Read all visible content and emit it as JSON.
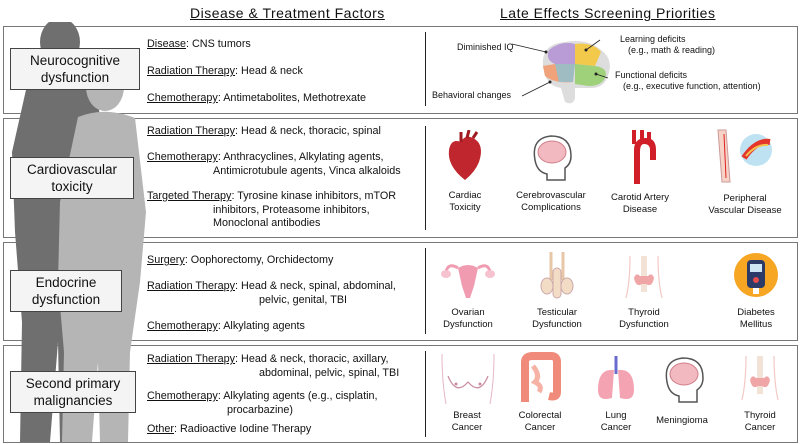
{
  "headers": {
    "left": "Disease & Treatment Factors",
    "right": "Late Effects Screening Priorities"
  },
  "rows": [
    {
      "label_line1": "Neurocognitive",
      "label_line2": "dysfunction",
      "factors": [
        {
          "key": "Disease",
          "text": ": CNS tumors"
        },
        {
          "key": "Radiation Therapy",
          "text": ": Head & neck"
        },
        {
          "key": "Chemotherapy",
          "text": ": Antimetabolites, Methotrexate"
        }
      ],
      "brain_labels": {
        "iq": "Diminished IQ",
        "learning": "Learning deficits",
        "learning_sub": "(e.g., math & reading)",
        "functional": "Functional deficits",
        "functional_sub": "(e.g., executive function, attention)",
        "behavioral": "Behavioral changes"
      }
    },
    {
      "label_line1": "Cardiovascular",
      "label_line2": "toxicity",
      "factors": [
        {
          "key": "Radiation Therapy",
          "text": ": Head & neck, thoracic, spinal"
        },
        {
          "key": "Chemotherapy",
          "text": ": Anthracyclines, Alkylating agents,",
          "cont": "Antimicrotubule agents, Vinca alkaloids"
        },
        {
          "key": "Targeted Therapy",
          "text": ": Tyrosine kinase inhibitors, mTOR",
          "cont": "inhibitors, Proteasome inhibitors,",
          "cont2": "Monoclonal antibodies"
        }
      ],
      "items": [
        {
          "l1": "Cardiac",
          "l2": "Toxicity",
          "icon": "heart-icon"
        },
        {
          "l1": "Cerebrovascular",
          "l2": "Complications",
          "icon": "head-brain-icon"
        },
        {
          "l1": "Carotid Artery",
          "l2": "Disease",
          "icon": "aorta-icon"
        },
        {
          "l1": "Peripheral",
          "l2": "Vascular Disease",
          "icon": "leg-vessel-icon"
        }
      ]
    },
    {
      "label_line1": "Endocrine",
      "label_line2": "dysfunction",
      "factors": [
        {
          "key": "Surgery",
          "text": ": Oophorectomy, Orchidectomy"
        },
        {
          "key": "Radiation Therapy",
          "text": ": Head & neck, spinal, abdominal,",
          "cont": "pelvic, genital, TBI"
        },
        {
          "key": "Chemotherapy",
          "text": ": Alkylating agents"
        }
      ],
      "items": [
        {
          "l1": "Ovarian",
          "l2": "Dysfunction",
          "icon": "uterus-icon"
        },
        {
          "l1": "Testicular",
          "l2": "Dysfunction",
          "icon": "testes-icon"
        },
        {
          "l1": "Thyroid",
          "l2": "Dysfunction",
          "icon": "thyroid-icon"
        },
        {
          "l1": "Diabetes",
          "l2": "Mellitus",
          "icon": "glucose-meter-icon"
        }
      ]
    },
    {
      "label_line1": "Second primary",
      "label_line2": "malignancies",
      "factors": [
        {
          "key": "Radiation Therapy",
          "text": ": Head & neck, thoracic, axillary,",
          "cont": "abdominal, pelvic, spinal, TBI"
        },
        {
          "key": "Chemotherapy",
          "text": ": Alkylating agents (e.g., cisplatin,",
          "cont": "procarbazine)"
        },
        {
          "key": "Other",
          "text": ": Radioactive Iodine Therapy"
        }
      ],
      "items": [
        {
          "l1": "Breast",
          "l2": "Cancer",
          "icon": "breast-icon"
        },
        {
          "l1": "Colorectal",
          "l2": "Cancer",
          "icon": "colon-icon"
        },
        {
          "l1": "Lung",
          "l2": "Cancer",
          "icon": "lungs-icon"
        },
        {
          "l1": "Meningioma",
          "l2": "",
          "icon": "head-brain-icon"
        },
        {
          "l1": "Thyroid",
          "l2": "Cancer",
          "icon": "thyroid-icon"
        }
      ]
    }
  ]
}
